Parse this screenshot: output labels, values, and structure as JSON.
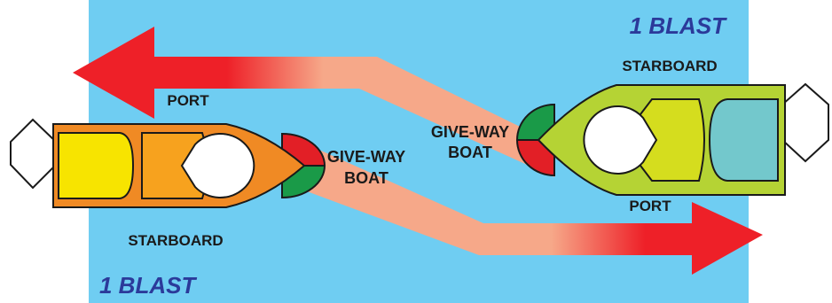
{
  "diagram": {
    "top_right_signal": "1 BLAST",
    "bottom_left_signal": "1 BLAST",
    "right_boat": {
      "starboard_label": "STARBOARD",
      "port_label": "PORT",
      "role_line1": "GIVE-WAY",
      "role_line2": "BOAT"
    },
    "left_boat": {
      "starboard_label": "STARBOARD",
      "port_label": "PORT",
      "role_line1": "GIVE-WAY",
      "role_line2": "BOAT"
    },
    "colors": {
      "water": "#6fcdf2",
      "arrow_red": "#ee2028",
      "arrow_faded": "#f6a889",
      "left_hull": "#f08a24",
      "right_hull": "#b5d334",
      "port_light": "#e21f26",
      "starboard_light": "#1a9a48",
      "blast_text": "#2b3a9a"
    }
  }
}
